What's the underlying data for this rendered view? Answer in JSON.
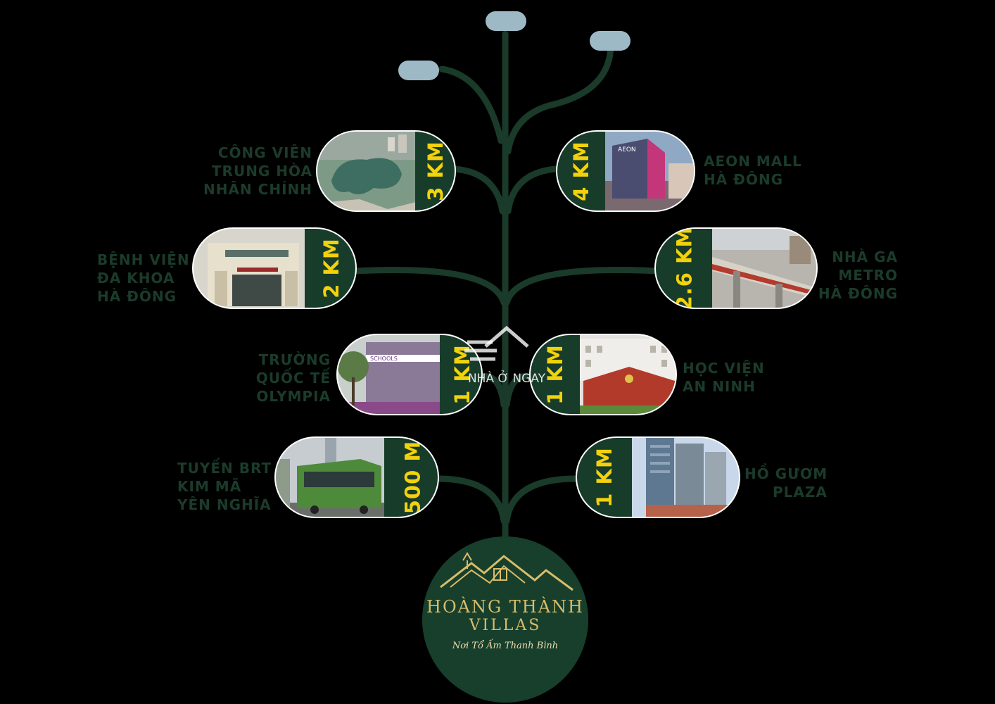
{
  "colors": {
    "background": "#000000",
    "tree_stroke": "#1a3a2a",
    "label_text": "#1b3b2b",
    "distance_band": "#183c2a",
    "distance_text": "#f2d20c",
    "cap": "#9eb9c6",
    "logo_bg": "#173f2c",
    "logo_gold": "#d9bc6a"
  },
  "locations": [
    {
      "distance": "3 KM",
      "name_lines": [
        "CÔNG VIÊN",
        "TRUNG HÒA",
        "NHÂN CHÍNH"
      ],
      "photo": "lake-park-aerial"
    },
    {
      "distance": "4 KM",
      "name_lines": [
        "AEON MALL",
        "HÀ ĐÔNG"
      ],
      "photo": "shopping-mall"
    },
    {
      "distance": "2 KM",
      "name_lines": [
        "BỆNH VIỆN",
        "ĐA KHOA",
        "HÀ ĐÔNG"
      ],
      "photo": "hospital-gate"
    },
    {
      "distance": "2.6 KM",
      "name_lines": [
        "NHÀ GA",
        "METRO",
        "HÀ ĐÔNG"
      ],
      "photo": "metro-station"
    },
    {
      "distance": "1 KM",
      "name_lines": [
        "TRƯỜNG",
        "QUỐC TẾ",
        "OLYMPIA"
      ],
      "photo": "school-building"
    },
    {
      "distance": "1 KM",
      "name_lines": [
        "HỌC VIỆN",
        "AN NINH"
      ],
      "photo": "academy-building"
    },
    {
      "distance": "500 M",
      "name_lines": [
        "TUYẾN BRT",
        "KIM MÃ",
        "YÊN NGHĨA"
      ],
      "photo": "brt-bus"
    },
    {
      "distance": "1 KM",
      "name_lines": [
        "HỒ GƯƠM",
        "PLAZA"
      ],
      "photo": "tower-plaza"
    }
  ],
  "logo": {
    "line1": "HOÀNG THÀNH",
    "line2": "VILLAS",
    "slogan": "Nơi Tổ Ấm Thanh Bình"
  },
  "watermark": {
    "text": "NHÀ Ở NGAY",
    "icon": "house-icon"
  }
}
